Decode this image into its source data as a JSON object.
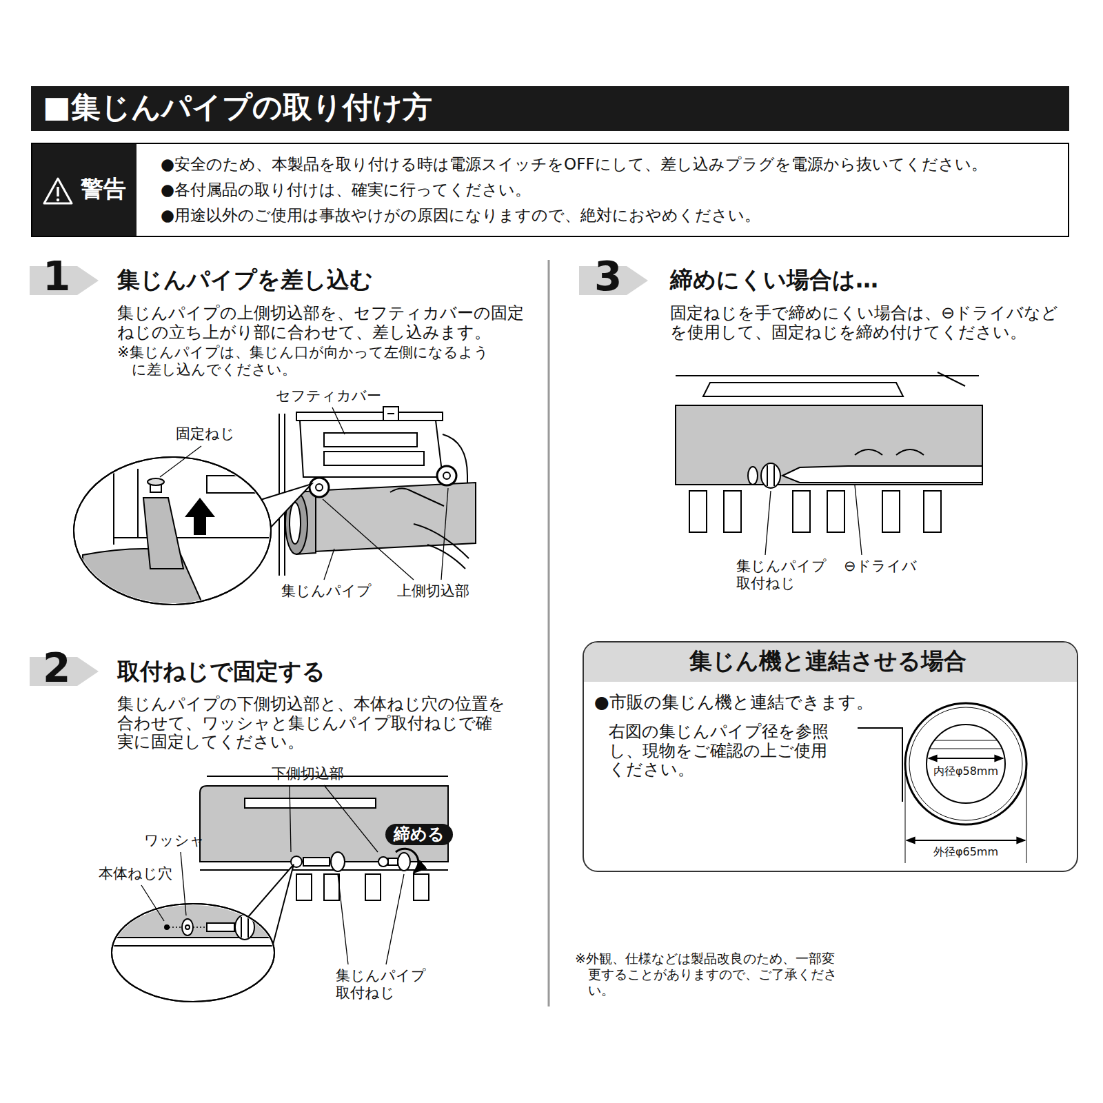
{
  "diagram": {
    "title": "■集じんパイプの取り付け方",
    "nodes": [
      {
        "text": [
          "警告",
          "●安全のため、本製品を取り付ける時は電源スイッチをOFFにして、差し込みプラグを電源から抜いてください。",
          "●各付属品の取り付けは、確実に行ってください。",
          "●用途以外のご使用は事故やけがの原因になりますので、絶対におやめください。"
        ]
      },
      {
        "text": [
          "集じん機と連結させる場合",
          "●市販の集じん機と連結できます。",
          "右図の集じんパイプ径を参照し、現物をご確認の上ご使用ください。"
        ]
      },
      {
        "text": [
          "締める"
        ]
      }
    ],
    "labels": [
      "1",
      "集じんパイプを差し込む",
      "集じんパイプの上側切込部を、セフティカバーの固定ねじの立ち上がり部に合わせて、差し込みます。",
      "※集じんパイプは、集じん口が向かって左側になるように差し込んでください。",
      "セフティカバー",
      "固定ねじ",
      "集じんパイプ",
      "上側切込部",
      "2",
      "取付ねじで固定する",
      "集じんパイプの下側切込部と、本体ねじ穴の位置を合わせて、ワッシャと集じんパイプ取付ねじで確実に固定してください。",
      "下側切込部",
      "ワッシャ",
      "本体ねじ穴",
      "集じんパイプ 取付ねじ",
      "3",
      "締めにくい場合は…",
      "固定ねじを手で締めにくい場合は、⊖ドライバなどを使用して、固定ねじを締め付けてください。",
      "集じんパイプ 取付ねじ",
      "⊖ドライバ",
      "内径φ58mm",
      "外径φ65mm",
      "※外観、仕様などは製品改良のため、一部変更することがありますので、ご了承ください。"
    ]
  }
}
